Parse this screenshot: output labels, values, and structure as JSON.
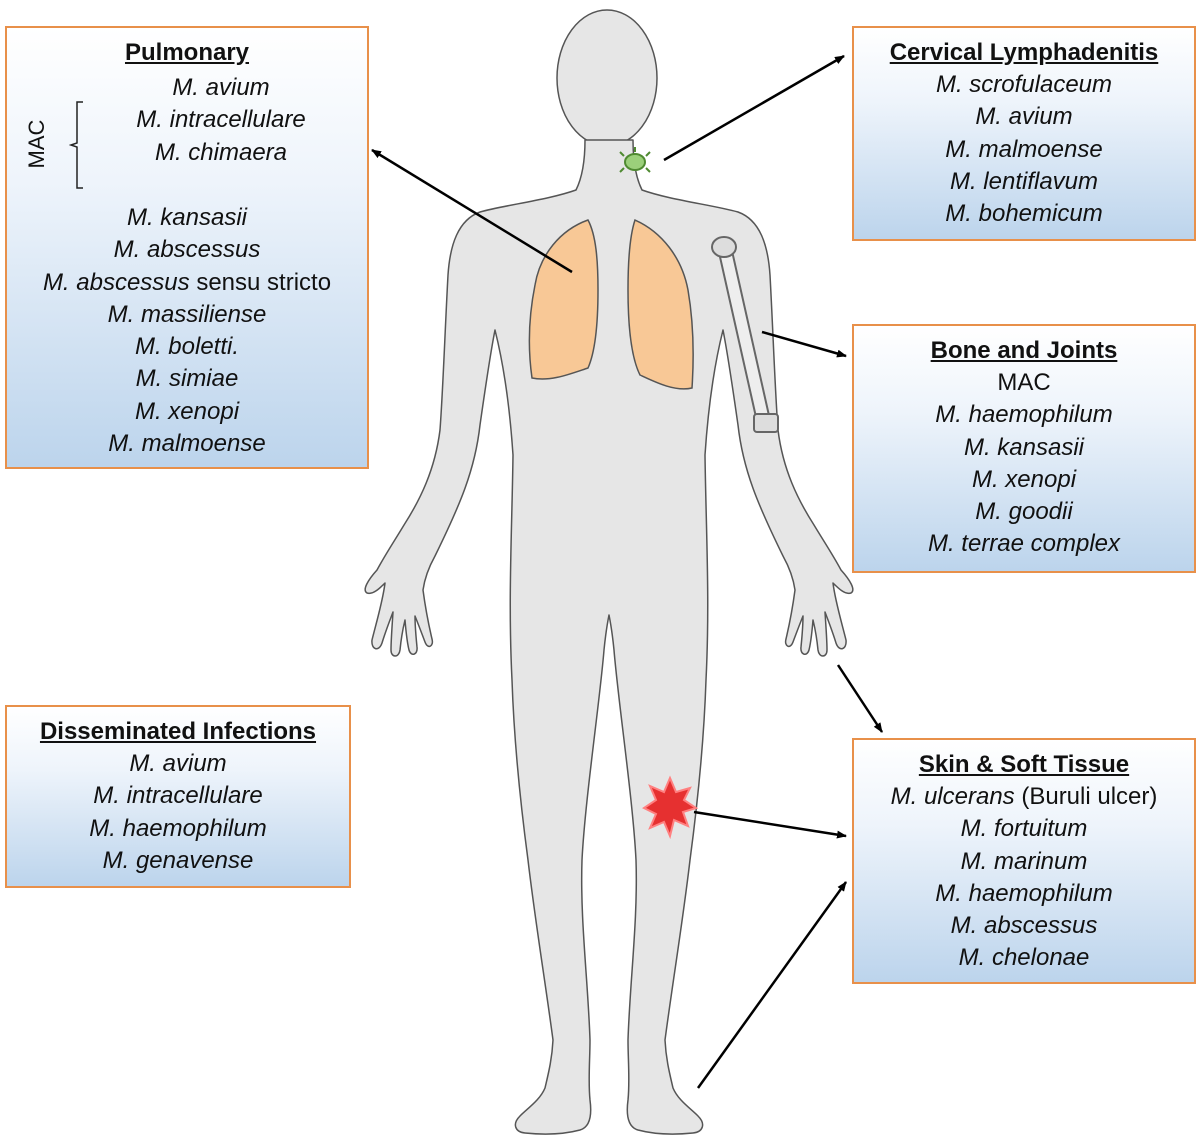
{
  "colors": {
    "box_border": "#e8904a",
    "box_gradient_top": "#ffffff",
    "box_gradient_bottom": "#bcd4ec",
    "body_fill": "#e6e6e6",
    "body_outline": "#555555",
    "lungs": "#f8c896",
    "lymph_node": "#6ab04c",
    "skin_lesion": "#e63030",
    "arrow": "#000000"
  },
  "boxes": {
    "pulmonary": {
      "title": "Pulmonary",
      "mac_label": "MAC",
      "mac_group": [
        {
          "species": "M. avium"
        },
        {
          "species": "M. intracellulare"
        },
        {
          "species": "M. chimaera"
        }
      ],
      "items": [
        {
          "species": "M. kansasii"
        },
        {
          "species": "M. abscessus"
        },
        {
          "species": "M. abscessus",
          "suffix": " sensu stricto"
        },
        {
          "species": "M. massiliense"
        },
        {
          "species": "M. boletti."
        },
        {
          "species": "M. simiae"
        },
        {
          "species": "M. xenopi"
        },
        {
          "species": "M. malmoense"
        }
      ]
    },
    "cervical": {
      "title": "Cervical Lymphadenitis",
      "items": [
        {
          "species": "M. scrofulaceum"
        },
        {
          "species": "M. avium"
        },
        {
          "species": "M. malmoense"
        },
        {
          "species": "M. lentiflavum"
        },
        {
          "species": "M. bohemicum"
        }
      ]
    },
    "bone": {
      "title": "Bone and Joints",
      "items": [
        {
          "plain": "MAC"
        },
        {
          "species": "M. haemophilum"
        },
        {
          "species": "M. kansasii"
        },
        {
          "species": "M. xenopi"
        },
        {
          "species": "M. goodii"
        },
        {
          "species": "M. terrae complex"
        }
      ]
    },
    "disseminated": {
      "title": "Disseminated Infections",
      "items": [
        {
          "species": "M. avium"
        },
        {
          "species": "M. intracellulare"
        },
        {
          "species": "M. haemophilum"
        },
        {
          "species": "M. genavense"
        }
      ]
    },
    "skin": {
      "title": "Skin & Soft Tissue",
      "items": [
        {
          "species": "M. ulcerans",
          "suffix": " (Buruli ulcer)"
        },
        {
          "species": "M. fortuitum"
        },
        {
          "species": "M. marinum"
        },
        {
          "species": "M. haemophilum"
        },
        {
          "species": "M. abscessus"
        },
        {
          "species": "M. chelonae"
        }
      ]
    }
  }
}
